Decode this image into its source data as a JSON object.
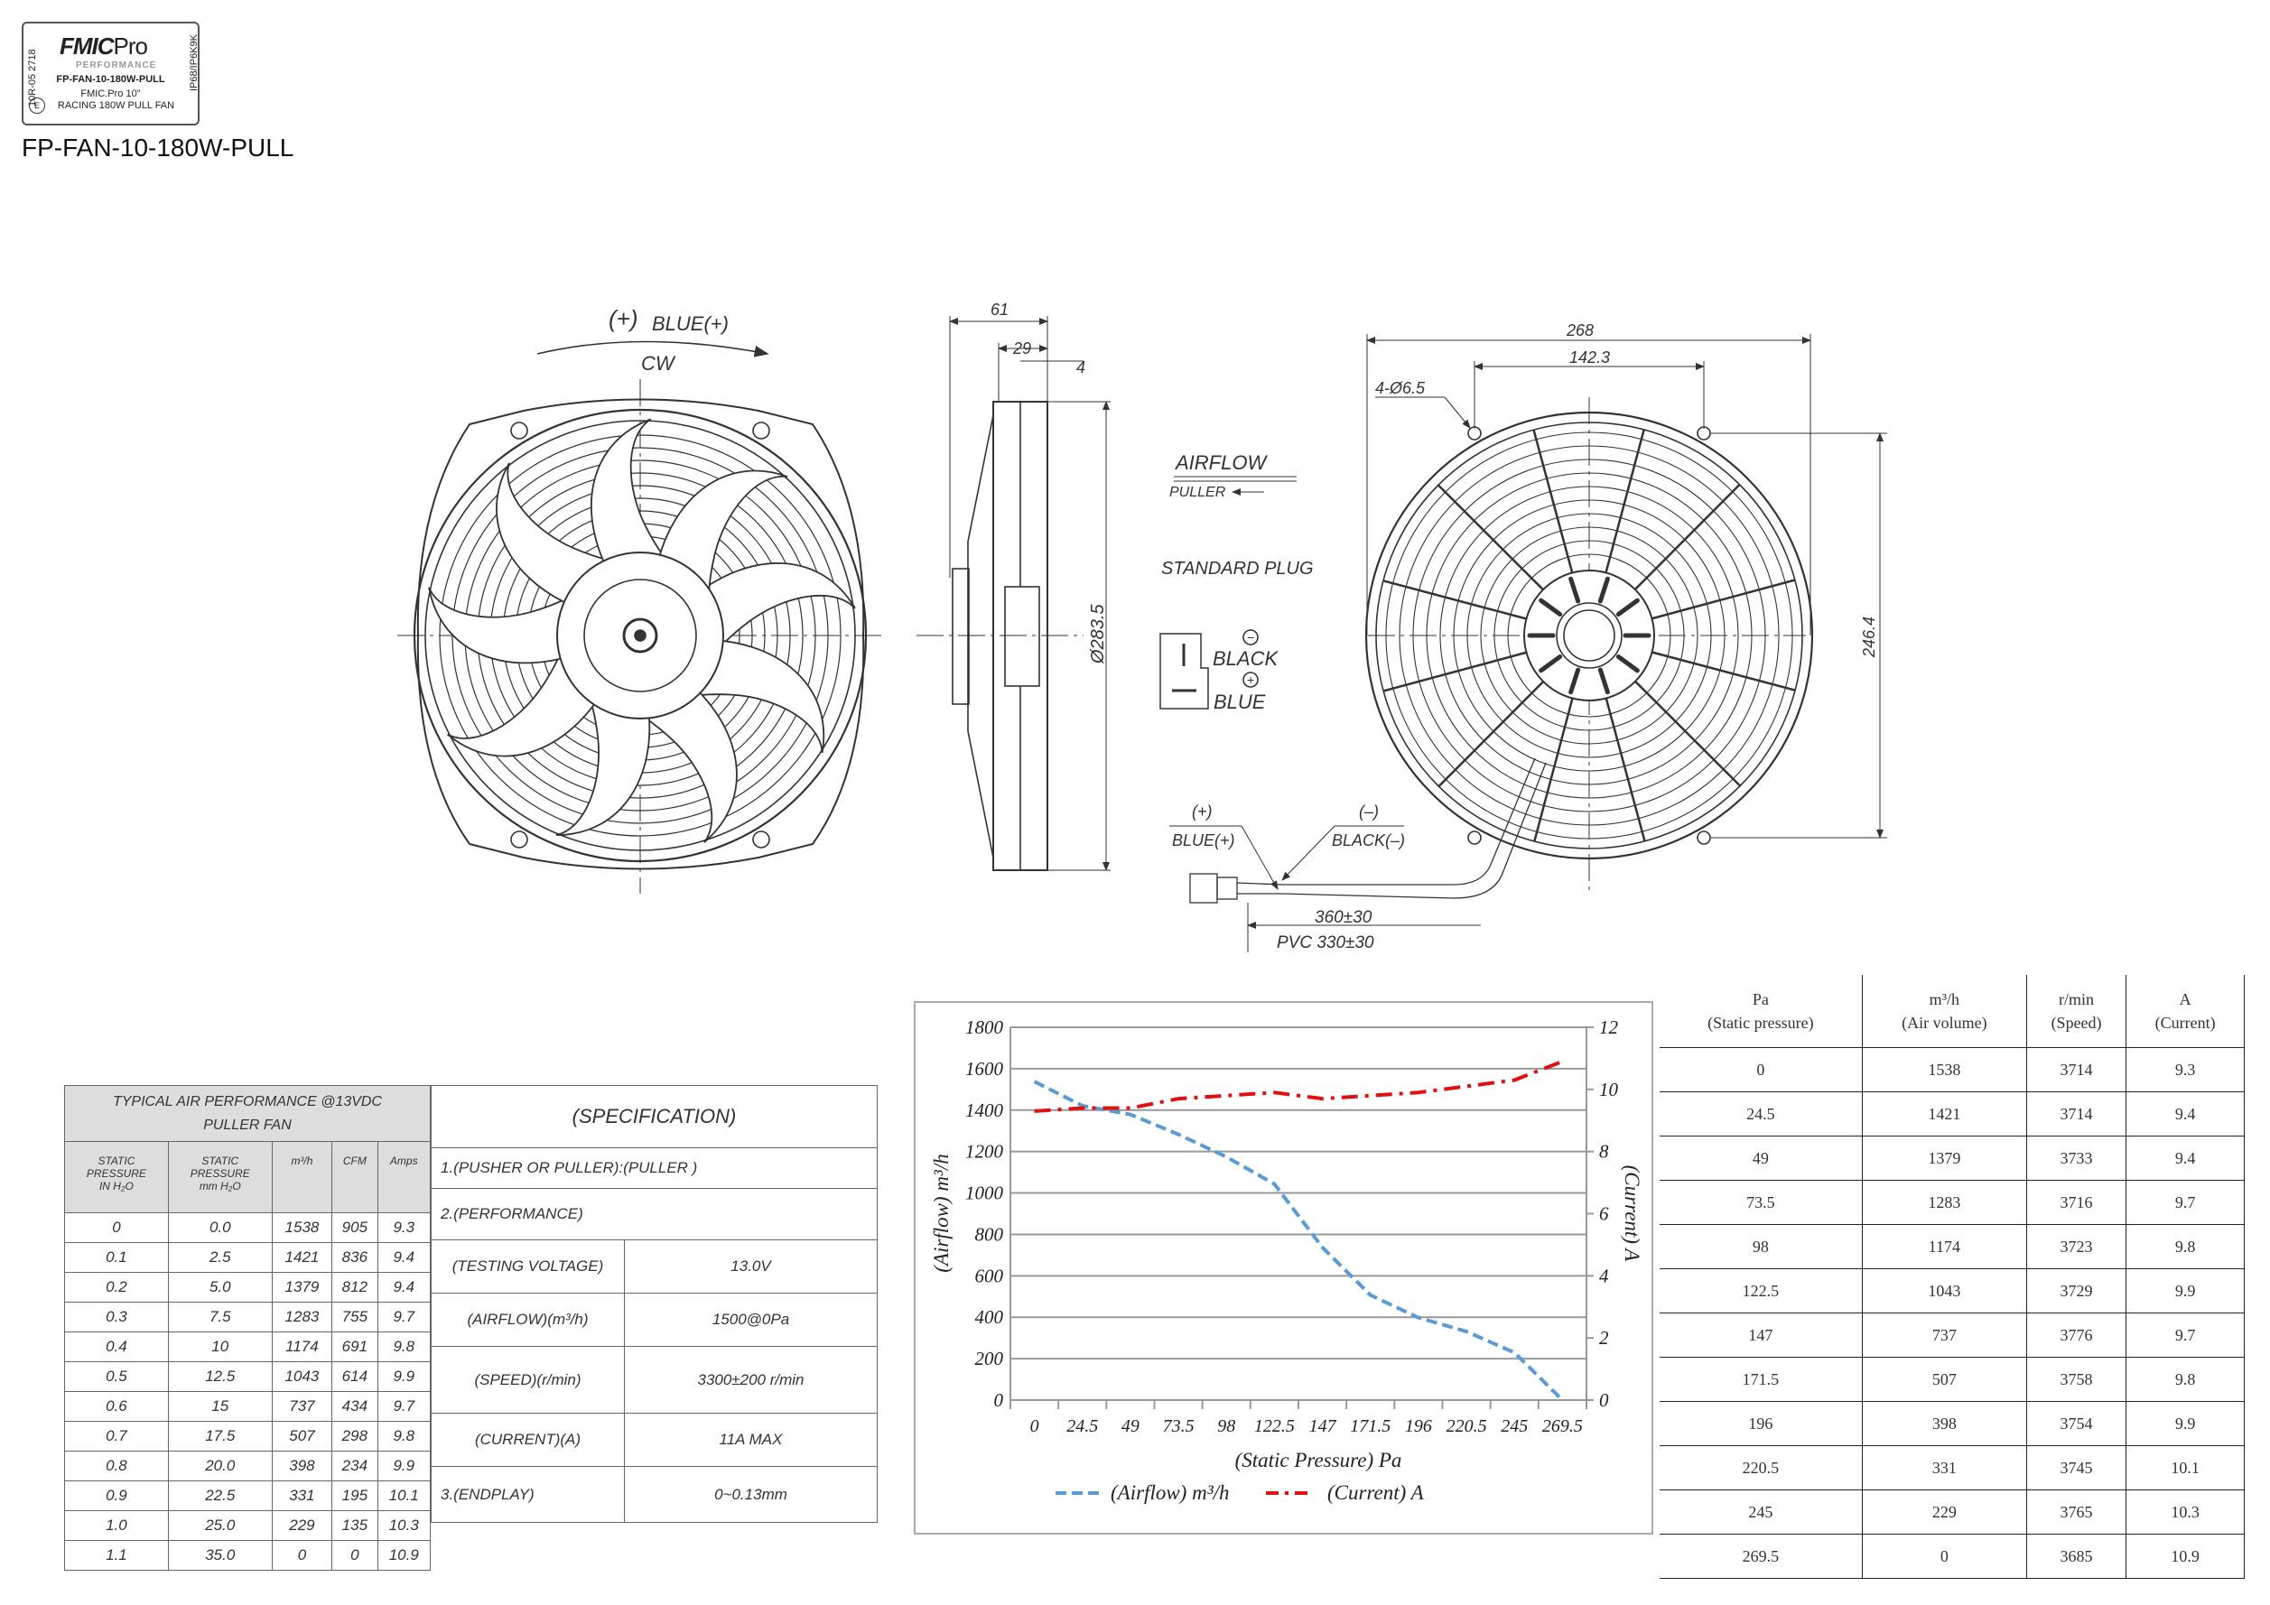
{
  "label": {
    "brand": "FMIC",
    "brand_suffix": "Pro",
    "performance": "PERFORMANCE",
    "model": "FP-FAN-10-180W-PULL",
    "line1": "FMIC.Pro 10\"",
    "line2": "RACING 180W PULL FAN",
    "approval": "10R-05 2718",
    "approval_mark": "E",
    "rating": "IP68/IP6K9K"
  },
  "page_title": "FP-FAN-10-180W-PULL",
  "drawing": {
    "front": {
      "polarity": "(+)",
      "wire": "BLUE(+)",
      "rotation": "CW"
    },
    "side": {
      "dim_depth": "61",
      "dim_motor": "29",
      "dim_lip": "4",
      "dim_diameter": "Ø283.5"
    },
    "airflow_title": "AIRFLOW",
    "airflow_type": "PULLER",
    "plug_title": "STANDARD PLUG",
    "plug_black": "BLACK",
    "plug_blue": "BLUE",
    "plug_minus": "−",
    "plug_plus": "+",
    "wire_pos_sign": "(+)",
    "wire_pos": "BLUE(+)",
    "wire_neg_sign": "(–)",
    "wire_neg": "BLACK(–)",
    "wire_len": "360±30",
    "wire_pvc": "PVC 330±30",
    "rear": {
      "dim_width": "268",
      "dim_holes": "142.3",
      "dim_hole_spec": "4-Ø6.5",
      "dim_height": "246.4"
    }
  },
  "perf_table": {
    "title1": "TYPICAL AIR PERFORMANCE @13VDC",
    "title2": "PULLER FAN",
    "headers": [
      [
        "STATIC",
        "PRESSURE",
        "IN H₂O"
      ],
      [
        "STATIC",
        "PRESSURE",
        "mm H₂O"
      ],
      [
        "m³/h"
      ],
      [
        "CFM"
      ],
      [
        "Amps"
      ]
    ],
    "rows": [
      [
        "0",
        "0.0",
        "1538",
        "905",
        "9.3"
      ],
      [
        "0.1",
        "2.5",
        "1421",
        "836",
        "9.4"
      ],
      [
        "0.2",
        "5.0",
        "1379",
        "812",
        "9.4"
      ],
      [
        "0.3",
        "7.5",
        "1283",
        "755",
        "9.7"
      ],
      [
        "0.4",
        "10",
        "1174",
        "691",
        "9.8"
      ],
      [
        "0.5",
        "12.5",
        "1043",
        "614",
        "9.9"
      ],
      [
        "0.6",
        "15",
        "737",
        "434",
        "9.7"
      ],
      [
        "0.7",
        "17.5",
        "507",
        "298",
        "9.8"
      ],
      [
        "0.8",
        "20.0",
        "398",
        "234",
        "9.9"
      ],
      [
        "0.9",
        "22.5",
        "331",
        "195",
        "10.1"
      ],
      [
        "1.0",
        "25.0",
        "229",
        "135",
        "10.3"
      ],
      [
        "1.1",
        "35.0",
        "0",
        "0",
        "10.9"
      ]
    ]
  },
  "spec_table": {
    "title": "(SPECIFICATION)",
    "pusher": "1.(PUSHER OR PULLER):(PULLER )",
    "performance": "2.(PERFORMANCE)",
    "rows": [
      {
        "label": "(TESTING VOLTAGE)",
        "value": "13.0V"
      },
      {
        "label": "(AIRFLOW)(m³/h)",
        "value": "1500@0Pa"
      },
      {
        "label": "(SPEED)(r/min)",
        "value": "3300±200 r/min"
      },
      {
        "label": "(CURRENT)(A)",
        "value": "11A MAX"
      }
    ],
    "endplay_label": "3.(ENDPLAY)",
    "endplay_value": "0~0.13mm"
  },
  "chart_data": {
    "type": "line",
    "categories": [
      "0",
      "24.5",
      "49",
      "73.5",
      "98",
      "122.5",
      "147",
      "171.5",
      "196",
      "220.5",
      "245",
      "269.5"
    ],
    "series": [
      {
        "name": "(Airflow)  m³/h",
        "axis": "left",
        "color": "#5b9bd5",
        "style": "dashed",
        "values": [
          1538,
          1421,
          1379,
          1283,
          1174,
          1043,
          737,
          507,
          398,
          331,
          229,
          0
        ]
      },
      {
        "name": "(Current)  A",
        "axis": "right",
        "color": "#e01010",
        "style": "dash-dot",
        "values": [
          9.3,
          9.4,
          9.4,
          9.7,
          9.8,
          9.9,
          9.7,
          9.8,
          9.9,
          10.1,
          10.3,
          10.9
        ]
      }
    ],
    "xlabel": "(Static Pressure)  Pa",
    "ylabel": "(Airflow)  m³/h",
    "y2label": "(Current)  A",
    "ylim": [
      0,
      1800
    ],
    "y2lim": [
      0,
      12
    ],
    "yticks": [
      "0",
      "200",
      "400",
      "600",
      "800",
      "1000",
      "1200",
      "1400",
      "1600",
      "1800"
    ],
    "y2ticks": [
      "0",
      "2",
      "4",
      "6",
      "8",
      "10",
      "12"
    ],
    "grid": true,
    "legend": "bottom"
  },
  "results_table": {
    "headers": [
      [
        "Pa",
        "(Static pressure)"
      ],
      [
        "m³/h",
        "(Air volume)"
      ],
      [
        "r/min",
        "(Speed)"
      ],
      [
        "A",
        "(Current)"
      ]
    ],
    "rows": [
      [
        "0",
        "1538",
        "3714",
        "9.3"
      ],
      [
        "24.5",
        "1421",
        "3714",
        "9.4"
      ],
      [
        "49",
        "1379",
        "3733",
        "9.4"
      ],
      [
        "73.5",
        "1283",
        "3716",
        "9.7"
      ],
      [
        "98",
        "1174",
        "3723",
        "9.8"
      ],
      [
        "122.5",
        "1043",
        "3729",
        "9.9"
      ],
      [
        "147",
        "737",
        "3776",
        "9.7"
      ],
      [
        "171.5",
        "507",
        "3758",
        "9.8"
      ],
      [
        "196",
        "398",
        "3754",
        "9.9"
      ],
      [
        "220.5",
        "331",
        "3745",
        "10.1"
      ],
      [
        "245",
        "229",
        "3765",
        "10.3"
      ],
      [
        "269.5",
        "0",
        "3685",
        "10.9"
      ]
    ]
  }
}
